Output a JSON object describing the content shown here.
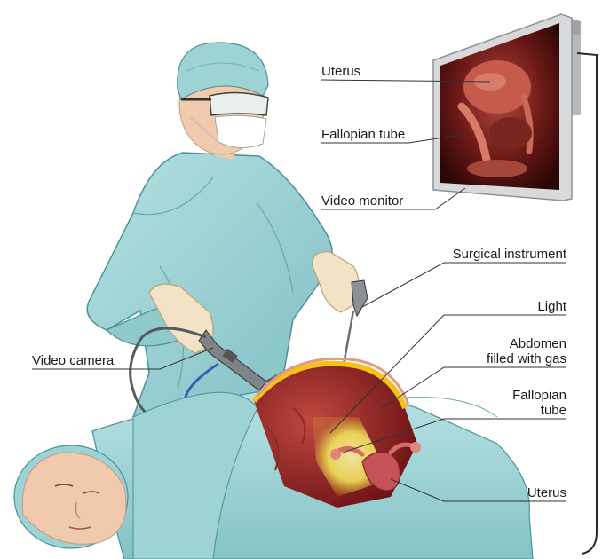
{
  "labels": {
    "uterus_monitor": "Uterus",
    "fallopian_monitor": "Fallopian tube",
    "video_monitor": "Video monitor",
    "surgical_instrument": "Surgical instrument",
    "light": "Light",
    "abdomen_line1": "Abdomen",
    "abdomen_line2": "filled with gas",
    "fallopian_body_line1": "Fallopian",
    "fallopian_body_line2": "tube",
    "uterus_body": "Uterus",
    "video_camera": "Video camera"
  },
  "colors": {
    "gown": "#9ed3d6",
    "gown_shadow": "#6fb3b8",
    "drape": "#a7d8da",
    "skin": "#f1c9ad",
    "glove": "#f2e3c6",
    "monitor_frame": "#c9cbcc",
    "organ_red": "#a0202a",
    "fat_yellow": "#f3c21b",
    "light_glow": "#f6ee7a",
    "leader_line": "#333333"
  }
}
